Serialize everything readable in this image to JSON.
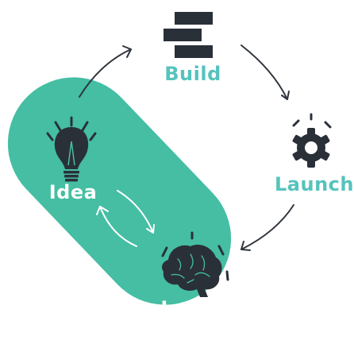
{
  "diagram": {
    "nodes": {
      "build": {
        "label": "Build",
        "icon": "bricks-icon"
      },
      "launch": {
        "label": "Launch",
        "icon": "gear-icon"
      },
      "idea": {
        "label": "Idea",
        "icon": "lightbulb-icon"
      },
      "learn": {
        "label": "Learn",
        "icon": "brain-icon"
      }
    },
    "colors": {
      "pill": "#45bea3",
      "accent_text": "#56c3bd",
      "icon": "#2a3038",
      "arrow": "#2f353d",
      "inner_arrow": "#ffffff"
    }
  }
}
